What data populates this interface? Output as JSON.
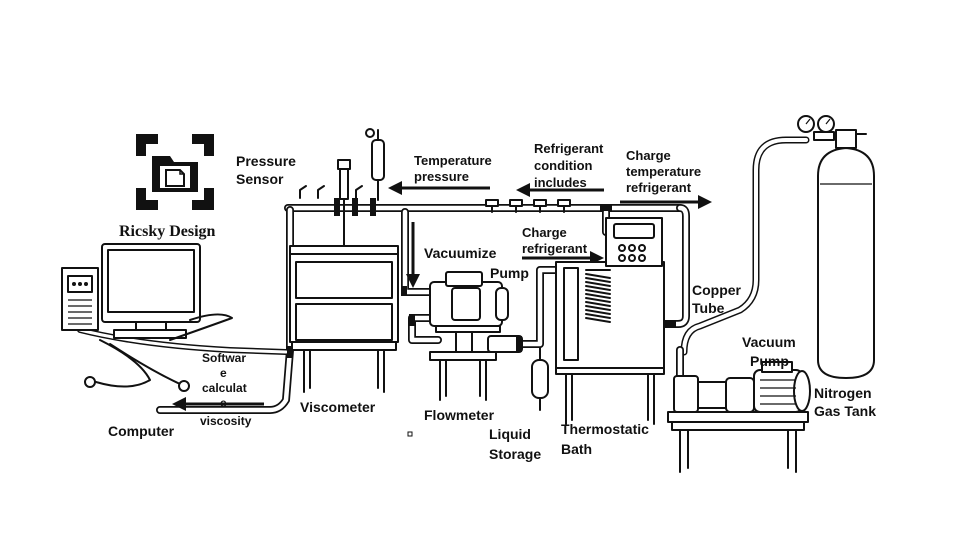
{
  "brand": {
    "name": "Ricsky Design",
    "icon": "folder-document-icon"
  },
  "labels": {
    "pressure_sensor": [
      "Pressure",
      "Sensor"
    ],
    "temperature_pressure": [
      "Temperature",
      "pressure"
    ],
    "refrigerant_condition": [
      "Refrigerant",
      "condition",
      "includes"
    ],
    "charge_temperature": [
      "Charge",
      "temperature",
      "refrigerant"
    ],
    "vacuumize": "Vacuumize",
    "charge_refrigerant": [
      "Charge",
      "refrigerant"
    ],
    "pump": "Pump",
    "copper_tube": [
      "Copper",
      "Tube"
    ],
    "vacuum_pump": [
      "Vacuum",
      "Pump"
    ],
    "nitrogen_tank": [
      "Nitrogen",
      "Gas Tank"
    ],
    "software": [
      "Softwar",
      "e",
      "calculat",
      "e",
      "viscosity"
    ],
    "computer": "Computer",
    "viscometer": "Viscometer",
    "flowmeter": "Flowmeter",
    "liquid_storage": [
      "Liquid",
      "Storage"
    ],
    "thermostatic_bath": [
      "Thermostatic",
      "Bath"
    ]
  },
  "colors": {
    "ink": "#111111",
    "background": "#ffffff"
  }
}
